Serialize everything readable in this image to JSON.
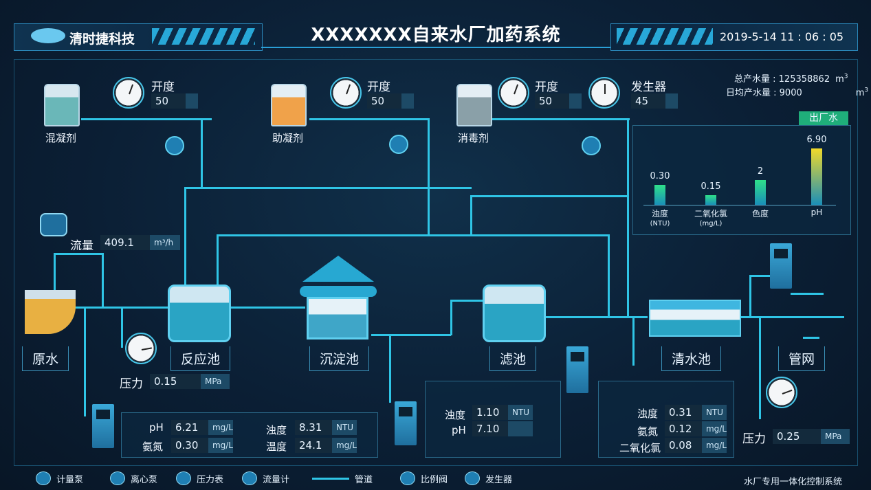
{
  "header": {
    "brand": "清时捷科技",
    "title": "XXXXXXX自来水厂加药系统",
    "datetime": "2019-5-14  11 : 06 : 05"
  },
  "summary": {
    "total_label": "总产水量 : ",
    "total_value": "125358862",
    "total_unit": "m",
    "avg_label": "日均产水量 : ",
    "avg_value": "9000",
    "avg_unit": "m"
  },
  "dosing": {
    "coagulant": {
      "name": "混凝剂",
      "open_label": "开度",
      "open_value": "50"
    },
    "coag_aid": {
      "name": "助凝剂",
      "open_label": "开度",
      "open_value": "50"
    },
    "disinfectant": {
      "name": "消毒剂",
      "open_label": "开度",
      "open_value": "50"
    },
    "generator": {
      "label": "发生器",
      "value": "45"
    }
  },
  "flow": {
    "label": "流量",
    "value": "409.1",
    "unit": "m³/h"
  },
  "pressure_in": {
    "label": "压力",
    "value": "0.15",
    "unit": "MPa"
  },
  "pressure_out": {
    "label": "压力",
    "value": "0.25",
    "unit": "MPa"
  },
  "units": {
    "raw": "原水",
    "reactor": "反应池",
    "sediment": "沉淀池",
    "filter": "滤池",
    "clear": "清水池",
    "network": "管网"
  },
  "outlet_panel": {
    "tag": "出厂水",
    "items": [
      {
        "value": "0.30",
        "label": "浊度",
        "sub": "(NTU)",
        "level": 0.3
      },
      {
        "value": "0.15",
        "label": "二氧化氯",
        "sub": "(mg/L)",
        "level": 0.15
      },
      {
        "value": "2",
        "label": "色度",
        "sub": "",
        "level": 0.38
      },
      {
        "value": "6.90",
        "label": "pH",
        "sub": "",
        "level": 0.85
      }
    ]
  },
  "raw_panel": {
    "ph": {
      "label": "pH",
      "value": "6.21",
      "unit": "mg/L"
    },
    "ammonia": {
      "label": "氨氮",
      "value": "0.30",
      "unit": "mg/L"
    },
    "turbidity": {
      "label": "浊度",
      "value": "8.31",
      "unit": "NTU"
    },
    "temperature": {
      "label": "温度",
      "value": "24.1",
      "unit": "mg/L"
    }
  },
  "filter_panel": {
    "turbidity": {
      "label": "浊度",
      "value": "1.10",
      "unit": "NTU"
    },
    "ph": {
      "label": "pH",
      "value": "7.10",
      "unit": ""
    }
  },
  "clear_panel": {
    "turbidity": {
      "label": "浊度",
      "value": "0.31",
      "unit": "NTU"
    },
    "ammonia": {
      "label": "氨氮",
      "value": "0.12",
      "unit": "mg/L"
    },
    "chlorine": {
      "label": "二氧化氯",
      "value": "0.08",
      "unit": "mg/L"
    }
  },
  "legend": [
    {
      "icon": "metering-pump-icon",
      "label": "计量泵"
    },
    {
      "icon": "centrifugal-pump-icon",
      "label": "离心泵"
    },
    {
      "icon": "pressure-gauge-icon",
      "label": "压力表"
    },
    {
      "icon": "flow-meter-icon",
      "label": "流量计"
    },
    {
      "icon": "pipe-icon",
      "label": "管道"
    },
    {
      "icon": "proportional-valve-icon",
      "label": "比例阀"
    },
    {
      "icon": "generator-icon",
      "label": "发生器"
    }
  ],
  "footer": "水厂专用一体化控制系统",
  "colors": {
    "background": "#0a1a2e",
    "pipe": "#2fc5e6",
    "accent": "#2a9fd6",
    "bar": "#2fe08a",
    "ph_bar": "#f1d92a"
  }
}
